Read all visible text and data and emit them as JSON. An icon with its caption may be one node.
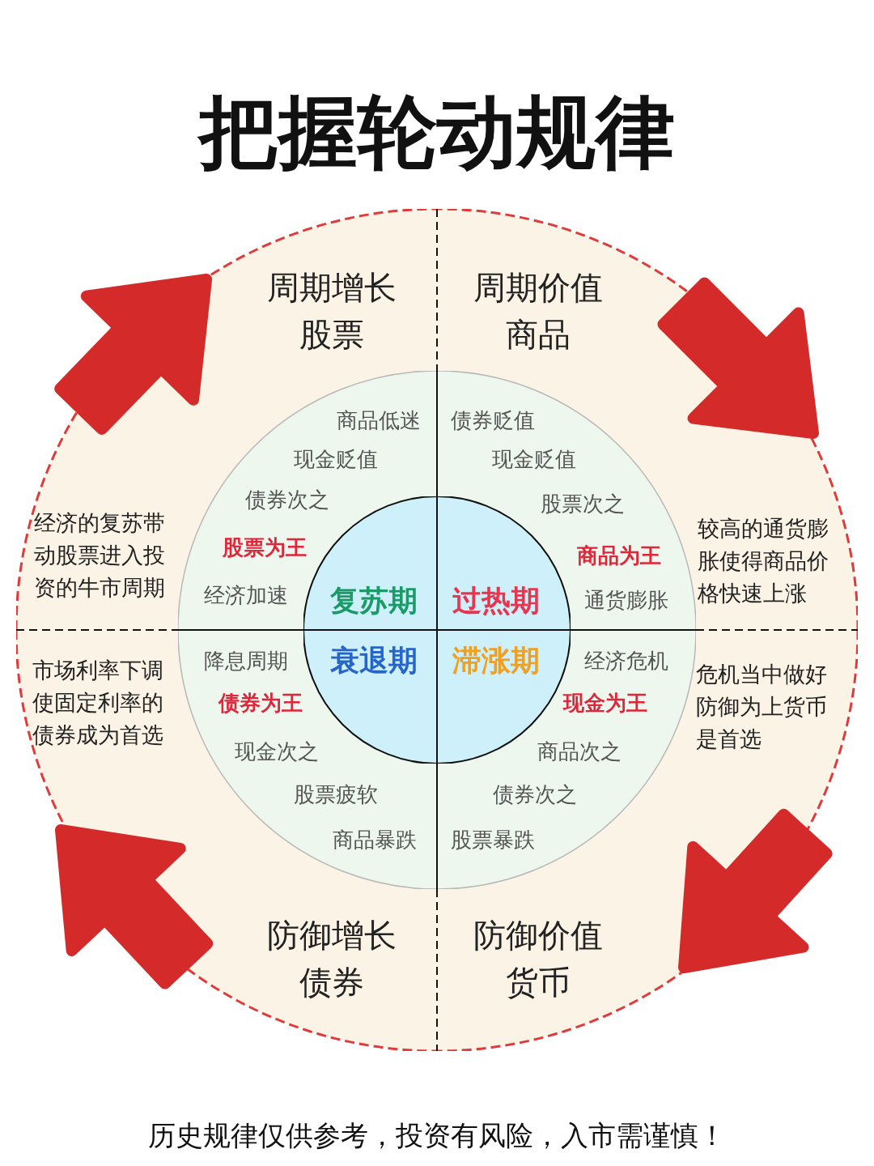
{
  "diagram": {
    "title": "把握轮动规律",
    "caption": "历史规律仅供参考，投资有风险，入市需谨慎！",
    "nodes": [
      {
        "text": [
          "周期增长",
          "股票",
          "经济的复苏带动股票进入投资的牛市周期"
        ]
      },
      {
        "text": [
          "商品低迷",
          "现金贬值",
          "债券次之",
          "股票为王",
          "经济加速"
        ],
        "in": 0
      },
      {
        "text": [
          "复苏期"
        ],
        "in": 1
      },
      {
        "text": [
          "周期价值",
          "商品",
          "较高的通货膨胀使得商品价格快速上涨"
        ]
      },
      {
        "text": [
          "债券贬值",
          "现金贬值",
          "股票次之",
          "商品为王",
          "通货膨胀"
        ],
        "in": 3
      },
      {
        "text": [
          "过热期"
        ],
        "in": 4
      },
      {
        "text": [
          "防御增长",
          "债券",
          "市场利率下调使固定利率的债券成为首选"
        ]
      },
      {
        "text": [
          "降息周期",
          "债券为王",
          "现金次之",
          "股票疲软",
          "商品暴跌"
        ],
        "in": 6
      },
      {
        "text": [
          "衰退期"
        ],
        "in": 7
      },
      {
        "text": [
          "防御价值",
          "货币",
          "危机当中做好防御为上货币是首选"
        ]
      },
      {
        "text": [
          "经济危机",
          "现金为王",
          "商品次之",
          "债券次之",
          "股票暴跌"
        ],
        "in": 9
      },
      {
        "text": [
          "滞涨期"
        ],
        "in": 10
      }
    ]
  }
}
